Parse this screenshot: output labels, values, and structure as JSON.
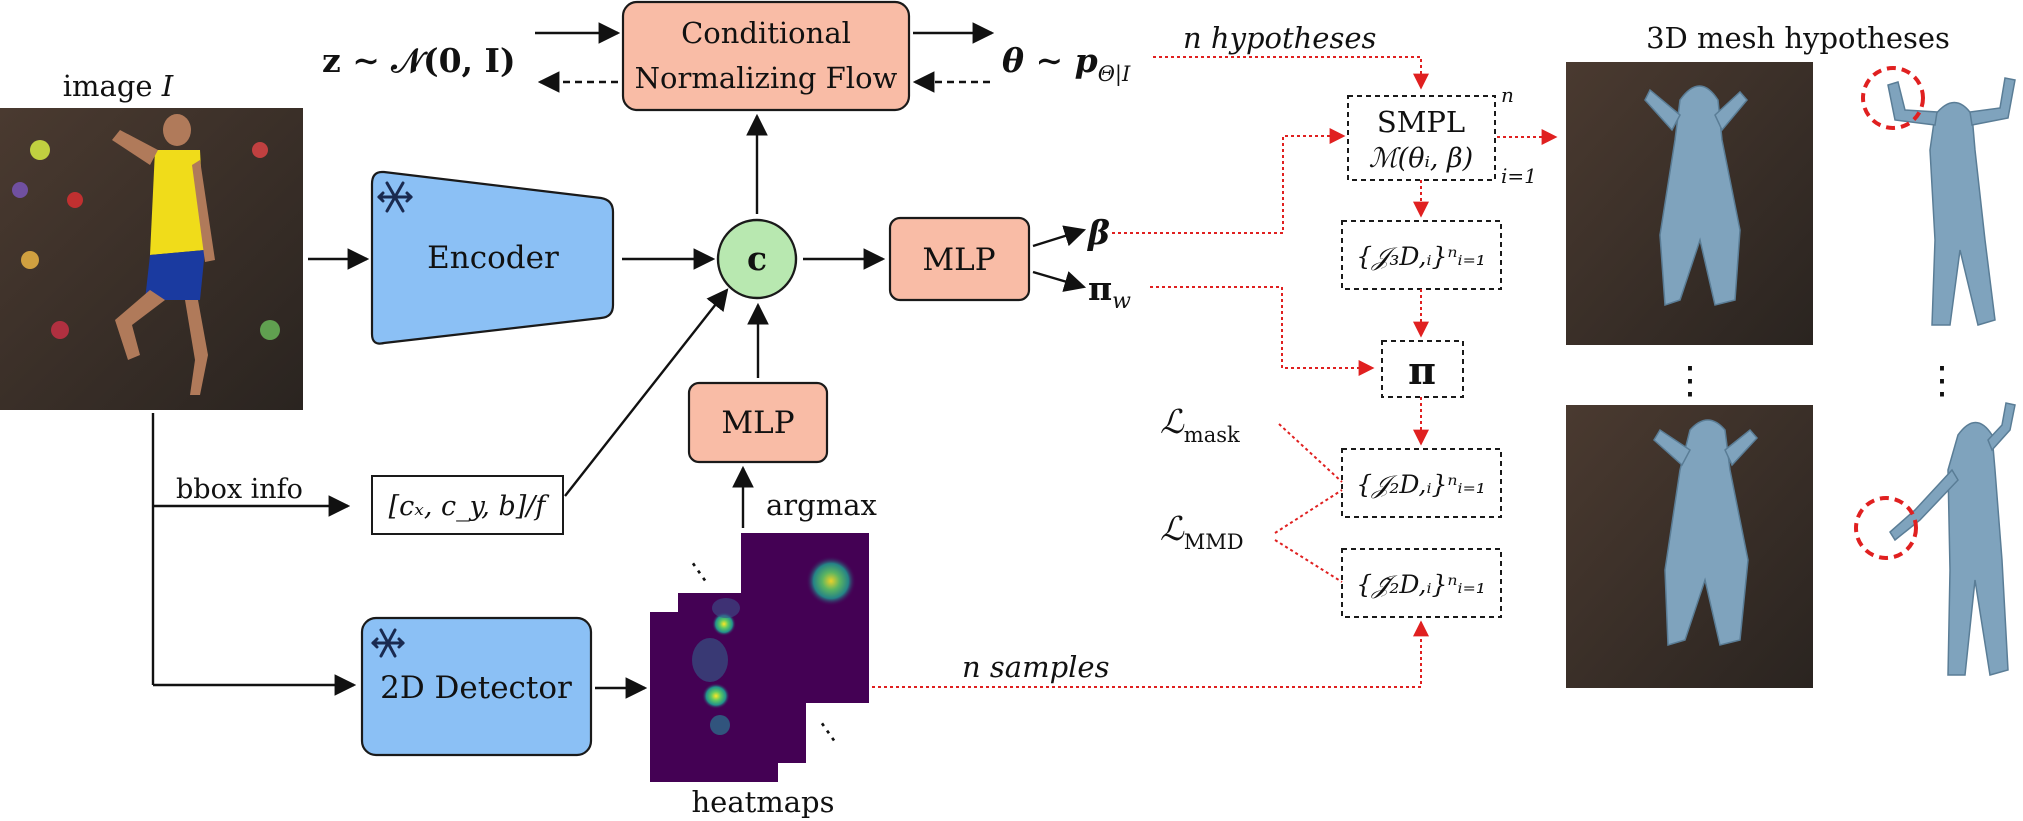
{
  "labels": {
    "image": "image",
    "image_var": "I",
    "noise": "z ∼ 𝒩(0, I)",
    "cnf_line1": "Conditional",
    "cnf_line2": "Normalizing Flow",
    "theta": "θ ∼ p",
    "theta_sub": "Θ|I",
    "n_hyp": "n hypotheses",
    "mesh_title": "3D mesh hypotheses",
    "encoder": "Encoder",
    "c": "c",
    "mlp_top": "MLP",
    "mlp_bottom": "MLP",
    "beta": "β",
    "pi_w": "π",
    "pi_w_sub": "w",
    "smpl_line1": "SMPL",
    "smpl_line2": "ℳ(θᵢ, β)",
    "smpl_sup": "n",
    "smpl_sub": "i=1",
    "j3d": "{𝒥₃D,ᵢ}ⁿᵢ₌₁",
    "pi": "π",
    "l_mask": "ℒ",
    "l_mask_sub": "mask",
    "l_mmd": "ℒ",
    "l_mmd_sub": "MMD",
    "j2d": "{𝒥₂D,ᵢ}ⁿᵢ₌₁",
    "j2d_tilde": "{𝒥̃₂D,ᵢ}ⁿᵢ₌₁",
    "bbox_info": "bbox info",
    "bbox_formula": "[cₓ, c_y, b]/f",
    "argmax": "argmax",
    "detector": "2D Detector",
    "heatmaps": "heatmaps",
    "n_samples": "n samples",
    "vdots": "⋮"
  },
  "icons": [
    "snowflake-icon"
  ],
  "colors": {
    "salmon": "#f9bca6",
    "blue": "#8bc0f5",
    "green": "#b8e8b0",
    "red_dotted": "#e02020",
    "heatmap_bg": "#440154",
    "mesh": "#7fa3bd"
  }
}
